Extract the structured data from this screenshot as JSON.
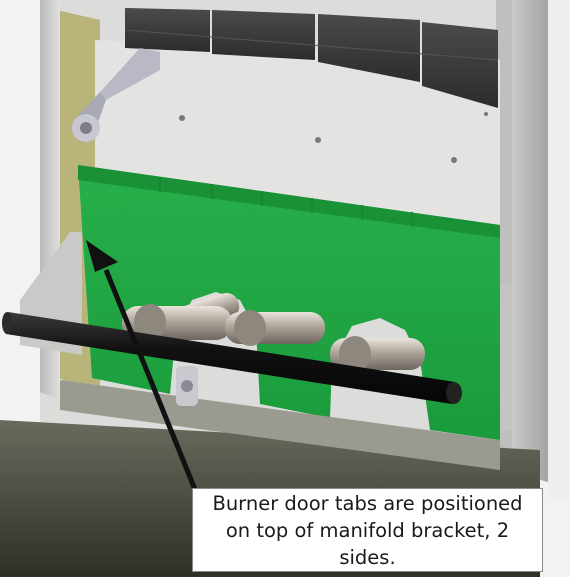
{
  "figure": {
    "callout": {
      "text": "Burner door tabs are positioned\non top of manifold bracket, 2\nsides."
    },
    "colors": {
      "burner_door": "#1fa642",
      "cabinet": "#d9dad7",
      "refractory_bricks": "#3a3b3c",
      "manifold_pipe": "#141414",
      "arrow": "#111111"
    },
    "parts": [
      "refractory-bricks",
      "mounting-bracket",
      "burner-door",
      "burner-tubes",
      "manifold-pipe",
      "manifold-bracket",
      "callout-arrow"
    ]
  }
}
